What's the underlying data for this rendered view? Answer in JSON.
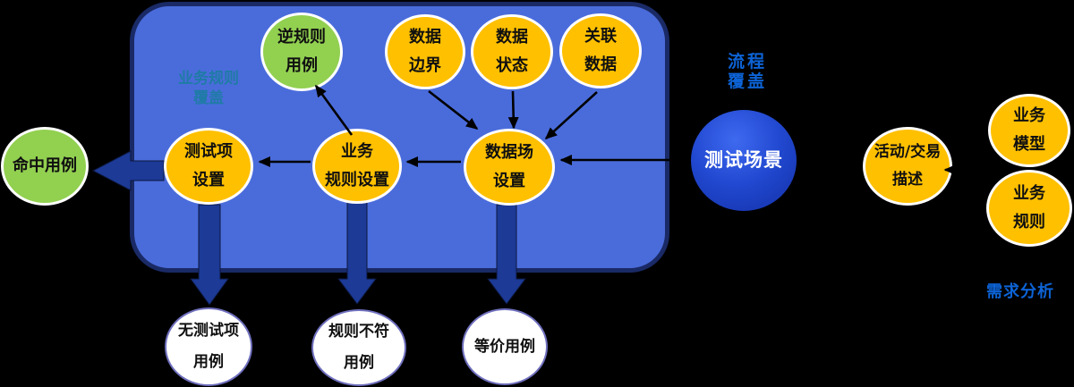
{
  "colors": {
    "background": "#000000",
    "box_fill": "#4a6cdb",
    "box_border": "#1a2a66",
    "yellow": "#FFC000",
    "green": "#92D050",
    "white_ring": "#6f6fbe",
    "navy_arrow": "#1c3a96",
    "black_arrow": "#000000",
    "teal_label": "#1f7ba6",
    "blue_label": "#0d63d6",
    "node_text": "#101010"
  },
  "labels": {
    "business_rule_coverage": {
      "lines": [
        "业务规则",
        "覆盖"
      ]
    },
    "process_coverage": {
      "lines": [
        "流程",
        "覆盖"
      ]
    },
    "requirement_analysis": {
      "text": "需求分析"
    }
  },
  "nodes": {
    "inverse_rule_case": {
      "lines": [
        "逆规则",
        "用例"
      ]
    },
    "data_boundary": {
      "lines": [
        "数据",
        "边界"
      ]
    },
    "data_status": {
      "lines": [
        "数据",
        "状态"
      ]
    },
    "related_data": {
      "lines": [
        "关联",
        "数据"
      ]
    },
    "test_item_setting": {
      "lines": [
        "测试项",
        "设置"
      ]
    },
    "business_rule_setting": {
      "lines": [
        "业务",
        "规则设置"
      ]
    },
    "data_field_setting": {
      "lines": [
        "数据场",
        "设置"
      ]
    },
    "hit_case": {
      "lines": [
        "命中用例"
      ]
    },
    "test_scenario": {
      "lines": [
        "测试场景"
      ]
    },
    "activity_transaction_desc": {
      "lines": [
        "活动/交易",
        "描述"
      ]
    },
    "business_model": {
      "lines": [
        "业务",
        "模型"
      ]
    },
    "business_rule": {
      "lines": [
        "业务",
        "规则"
      ]
    },
    "no_test_item_case": {
      "lines": [
        "无测试项",
        "用例"
      ]
    },
    "rule_mismatch_case": {
      "lines": [
        "规则不符",
        "用例"
      ]
    },
    "equivalent_case": {
      "lines": [
        "等价用例"
      ]
    }
  }
}
